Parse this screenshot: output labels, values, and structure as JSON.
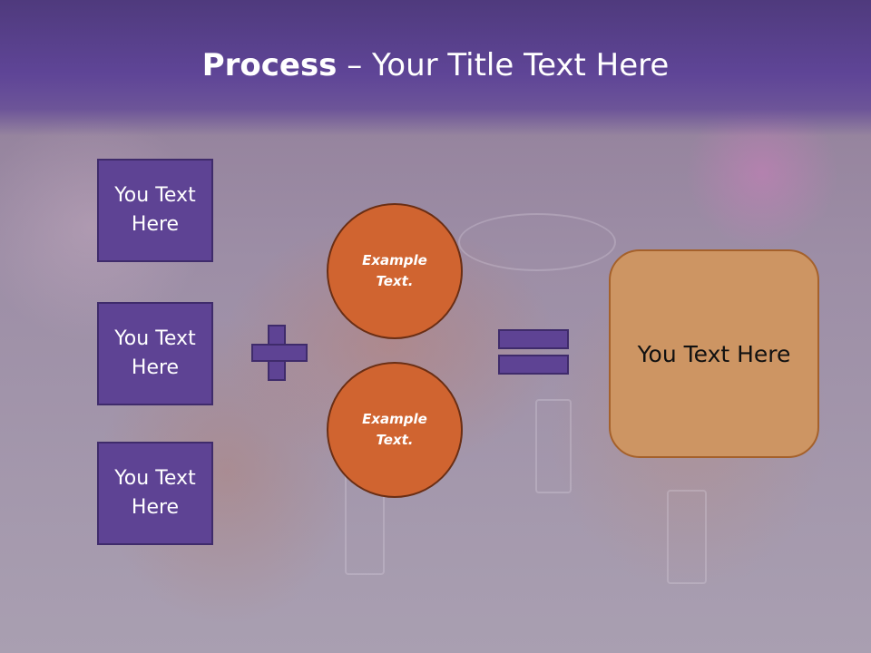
{
  "header": {
    "title_bold": "Process",
    "title_rest": " – Your Title Text Here"
  },
  "left_boxes": [
    {
      "label": "You Text Here"
    },
    {
      "label": "You Text Here"
    },
    {
      "label": "You Text Here"
    }
  ],
  "operators": {
    "plus": "plus-icon",
    "equals": "equals-icon"
  },
  "circles": [
    {
      "label": "Example Text."
    },
    {
      "label": "Example Text."
    }
  ],
  "result": {
    "label": "You Text Here"
  },
  "colors": {
    "header": "#5f4597",
    "box_fill": "#5e4394",
    "circle_fill": "#d06430",
    "result_fill": "#cd9563"
  }
}
